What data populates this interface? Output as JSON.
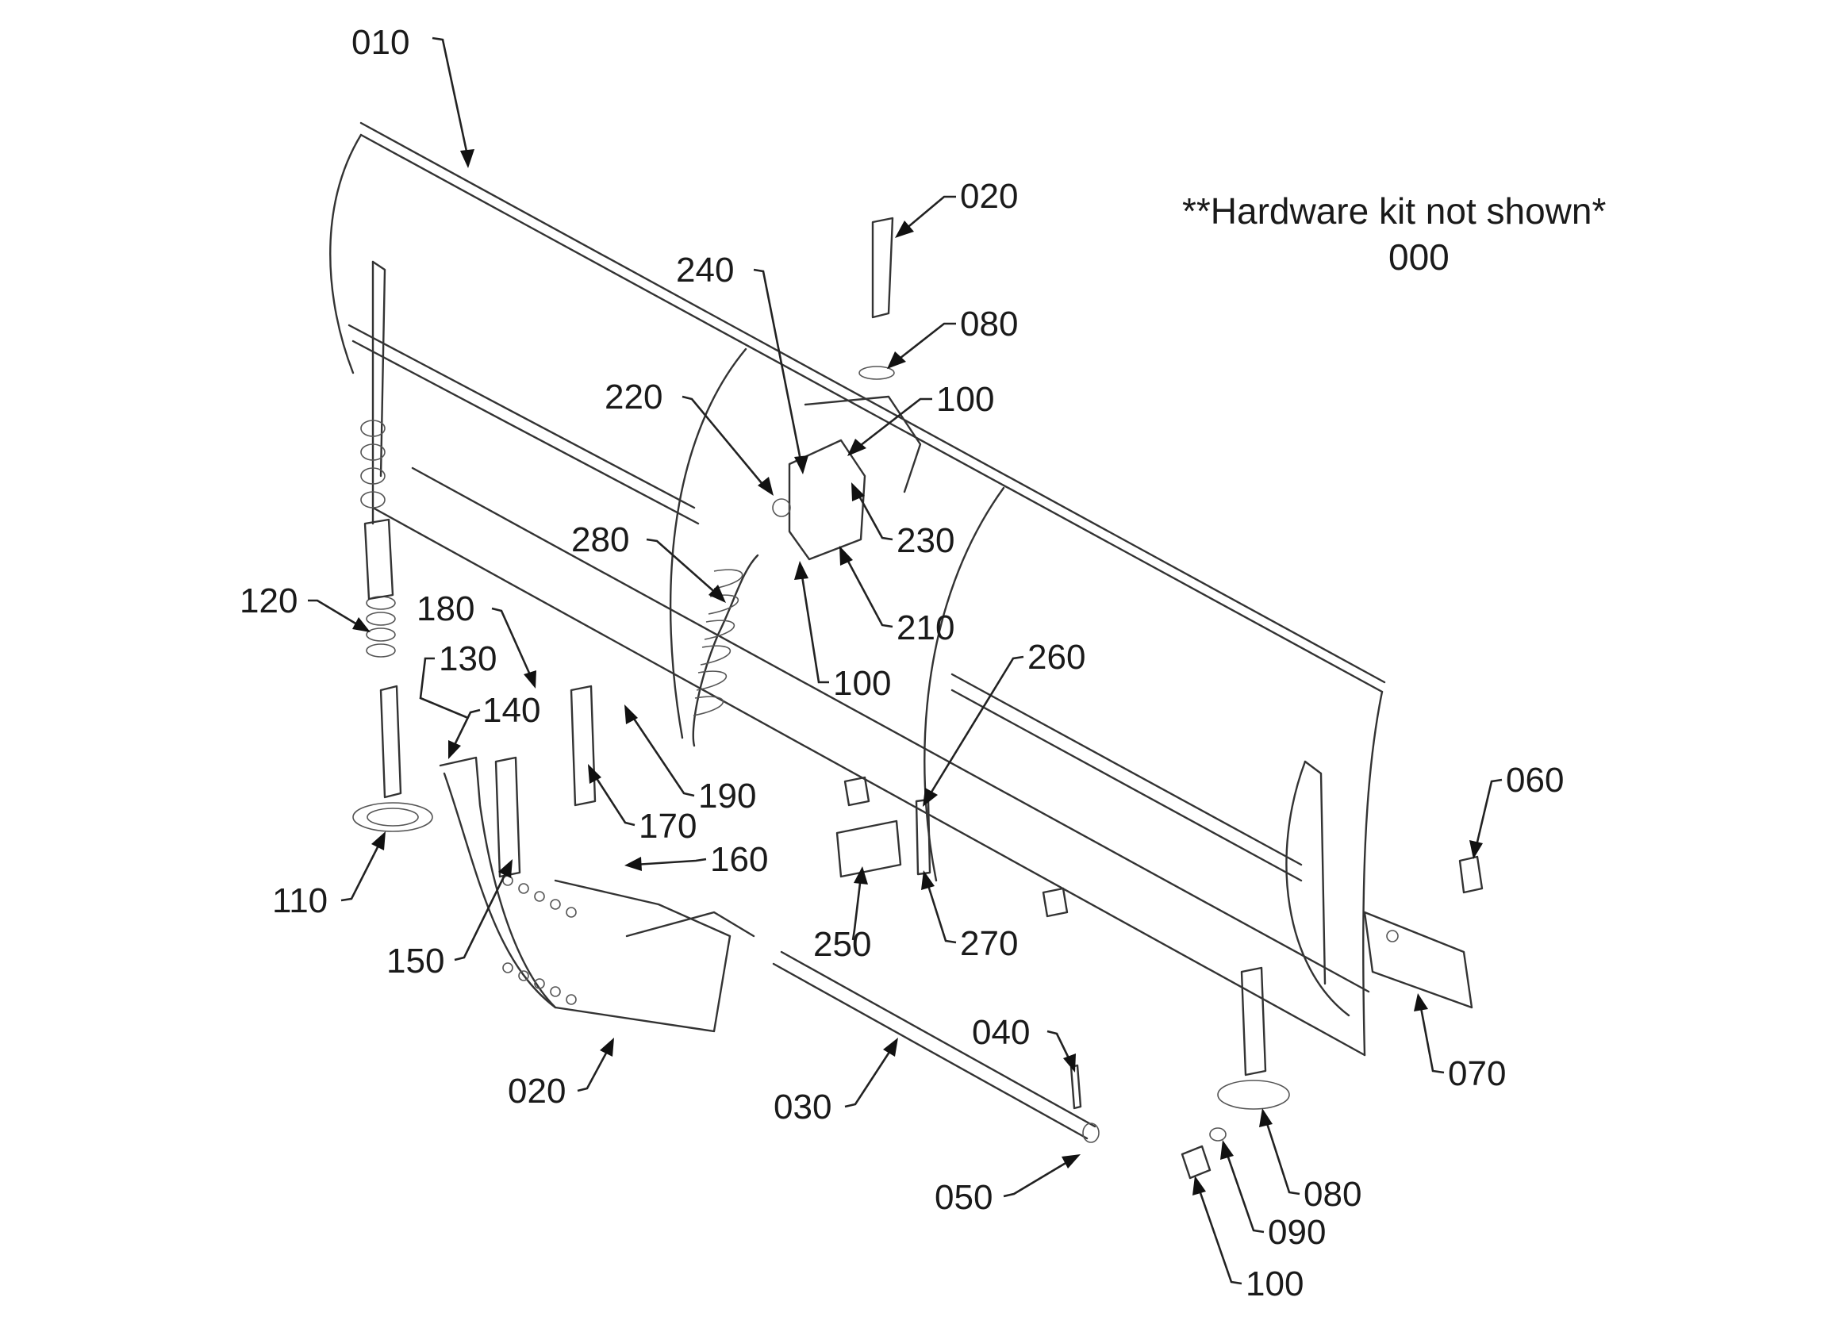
{
  "note": {
    "line1": "**Hardware kit not shown*",
    "line2": "000"
  },
  "callouts": [
    {
      "id": "010",
      "text": "010"
    },
    {
      "id": "020a",
      "text": "020"
    },
    {
      "id": "080a",
      "text": "080"
    },
    {
      "id": "240",
      "text": "240"
    },
    {
      "id": "220",
      "text": "220"
    },
    {
      "id": "100a",
      "text": "100"
    },
    {
      "id": "230",
      "text": "230"
    },
    {
      "id": "280",
      "text": "280"
    },
    {
      "id": "210",
      "text": "210"
    },
    {
      "id": "100b",
      "text": "100"
    },
    {
      "id": "120",
      "text": "120"
    },
    {
      "id": "180",
      "text": "180"
    },
    {
      "id": "130",
      "text": "130"
    },
    {
      "id": "140",
      "text": "140"
    },
    {
      "id": "190",
      "text": "190"
    },
    {
      "id": "170",
      "text": "170"
    },
    {
      "id": "160",
      "text": "160"
    },
    {
      "id": "260",
      "text": "260"
    },
    {
      "id": "110",
      "text": "110"
    },
    {
      "id": "150",
      "text": "150"
    },
    {
      "id": "250",
      "text": "250"
    },
    {
      "id": "270",
      "text": "270"
    },
    {
      "id": "060",
      "text": "060"
    },
    {
      "id": "070",
      "text": "070"
    },
    {
      "id": "040",
      "text": "040"
    },
    {
      "id": "020b",
      "text": "020"
    },
    {
      "id": "030",
      "text": "030"
    },
    {
      "id": "050",
      "text": "050"
    },
    {
      "id": "080b",
      "text": "080"
    },
    {
      "id": "090",
      "text": "090"
    },
    {
      "id": "100c",
      "text": "100"
    }
  ]
}
